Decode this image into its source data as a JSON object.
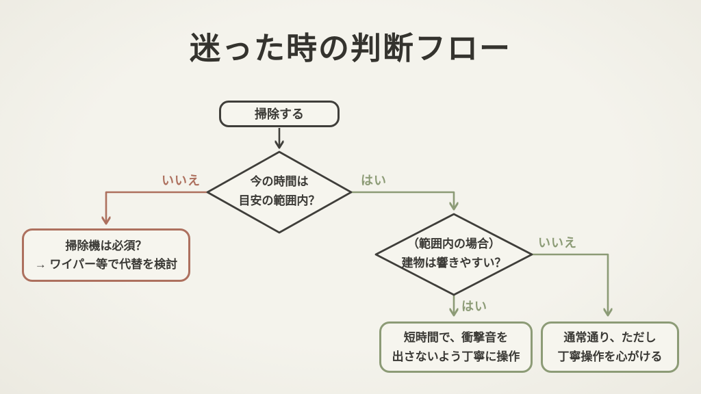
{
  "title": "迷った時の判断フロー",
  "colors": {
    "background": "#f1f0e9",
    "ink": "#3f3e3a",
    "no_branch": "#ad705e",
    "yes_branch": "#8c9b76",
    "node_fill": "#f6f5ee"
  },
  "nodes": {
    "start": {
      "label": "掃除する"
    },
    "decision_time": {
      "line1": "今の時間は",
      "line2": "目安の範囲内？"
    },
    "result_vacuum": {
      "line1": "掃除機は必須？",
      "line2": "→ ワイパー等で代替を検討"
    },
    "decision_building": {
      "line1": "（範囲内の場合）",
      "line2": "建物は響きやすい？"
    },
    "result_careful": {
      "line1": "短時間で、衝撃音を",
      "line2": "出さないよう丁寧に操作"
    },
    "result_normal": {
      "line1": "通常通り、ただし",
      "line2": "丁寧操作を心がける"
    }
  },
  "edge_labels": {
    "time_no": "いいえ",
    "time_yes": "はい",
    "building_no": "いいえ",
    "building_yes": "はい"
  }
}
